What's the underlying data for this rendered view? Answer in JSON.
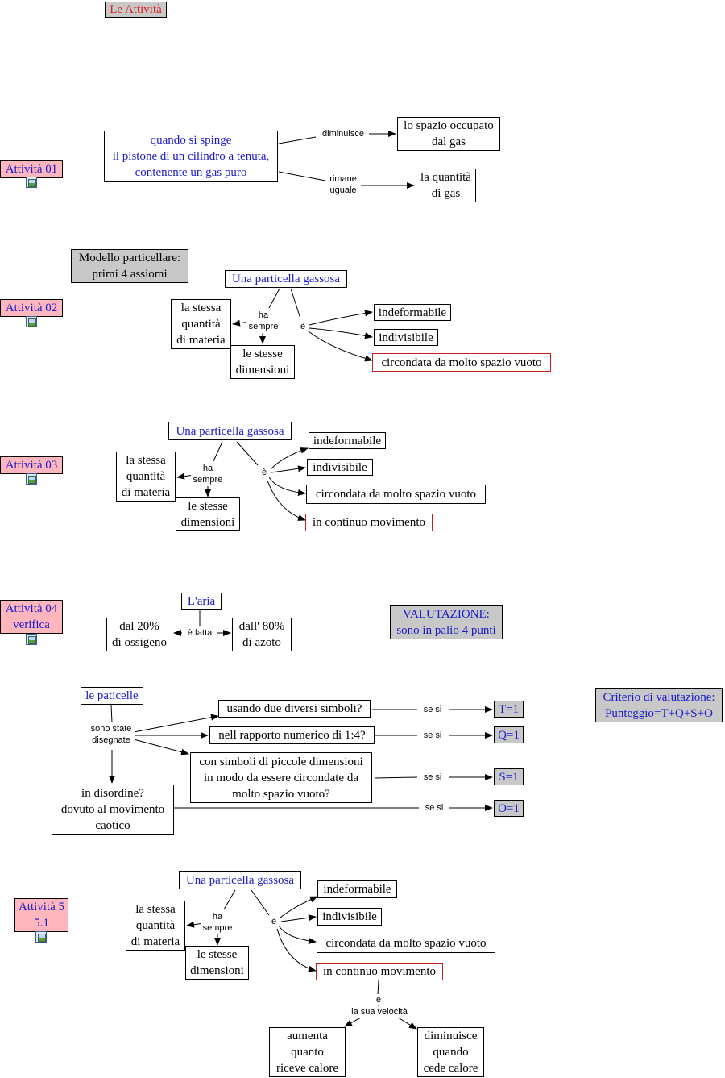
{
  "title": "Le Attività",
  "activity01": {
    "label": "Attività 01",
    "source": "quando si spinge\nil pistone di un cilindro a tenuta,\ncontenente un gas puro",
    "link_decreases": "diminuisce",
    "target_space": "lo spazio occupato\ndal gas",
    "link_same": "rimane\nuguale",
    "target_quantity": "la quantità\ndi gas"
  },
  "activity02": {
    "label": "Attività 02",
    "model_box": "Modello particellare:\nprimi 4 assiomi",
    "particle": "Una particella gassosa",
    "link_has": "ha\nsempre",
    "link_is": "è",
    "same_matter": "la stessa\nquantità\ndi materia",
    "same_size": "le stesse\ndimensioni",
    "props": [
      "indeformabile",
      "indivisibile",
      "circondata da molto spazio vuoto"
    ]
  },
  "activity03": {
    "label": "Attività 03",
    "particle": "Una particella gassosa",
    "link_has": "ha\nsempre",
    "link_is": "è",
    "same_matter": "la stessa\nquantità\ndi materia",
    "same_size": "le stesse\ndimensioni",
    "props": [
      "indeformabile",
      "indivisibile",
      "circondata da molto spazio vuoto",
      "in continuo movimento"
    ]
  },
  "activity04": {
    "label": "Attività 04\nverifica",
    "air": "L'aria",
    "link_made": "è fatta",
    "oxygen": "dal 20%\ndi ossigeno",
    "nitrogen": "dall' 80%\ndi azoto",
    "evaluation": "VALUTAZIONE:\nsono in palio 4 punti",
    "criterion": "Criterio di valutazione:\nPunteggio=T+Q+S+O",
    "particles": "le paticelle",
    "link_drawn": "sono state\ndisegnate",
    "q1": "usando due diversi simboli?",
    "q2": "nell rapporto numerico di 1:4?",
    "q3": "con simboli di piccole dimensioni\nin modo da essere circondate da\nmolto spazio vuoto?",
    "q4": "in disordine?\ndovuto al  movimento\ncaotico",
    "link_yes": "se si",
    "scores": [
      "T=1",
      "Q=1",
      "S=1",
      "O=1"
    ]
  },
  "activity05": {
    "label": "Attività 5\n5.1",
    "particle": "Una particella gassosa",
    "link_has": "ha\nsempre",
    "link_is": "è",
    "same_matter": "la stessa\nquantità\ndi materia",
    "same_size": "le stesse\ndimensioni",
    "props": [
      "indeformabile",
      "indivisibile",
      "circondata da molto spazio vuoto",
      "in continuo movimento"
    ],
    "link_and": "e",
    "link_speed": "la sua velocità",
    "increases": "aumenta\nquanto\nriceve calore",
    "decreases": "diminuisce\nquando\ncede calore"
  },
  "colors": {
    "blue_text": "#1a1acc",
    "red_text": "#d81e1e",
    "pink": "#ffb6bd",
    "gray": "#c8c8c8"
  },
  "icons": [
    "image-icon"
  ]
}
